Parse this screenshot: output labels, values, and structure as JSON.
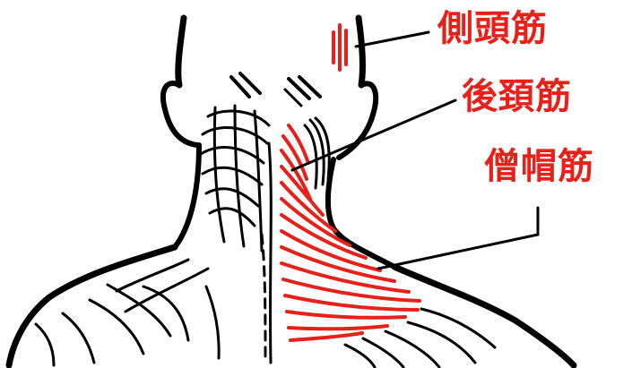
{
  "labels": [
    {
      "id": "side-head",
      "text": "側頭筋"
    },
    {
      "id": "posterior-neck",
      "text": "後頚筋"
    },
    {
      "id": "trapezius",
      "text": "僧帽筋"
    }
  ],
  "colors": {
    "label": "#e8201a",
    "muscle": "#e8201a",
    "ink": "#000000",
    "background": "#ffffff"
  }
}
